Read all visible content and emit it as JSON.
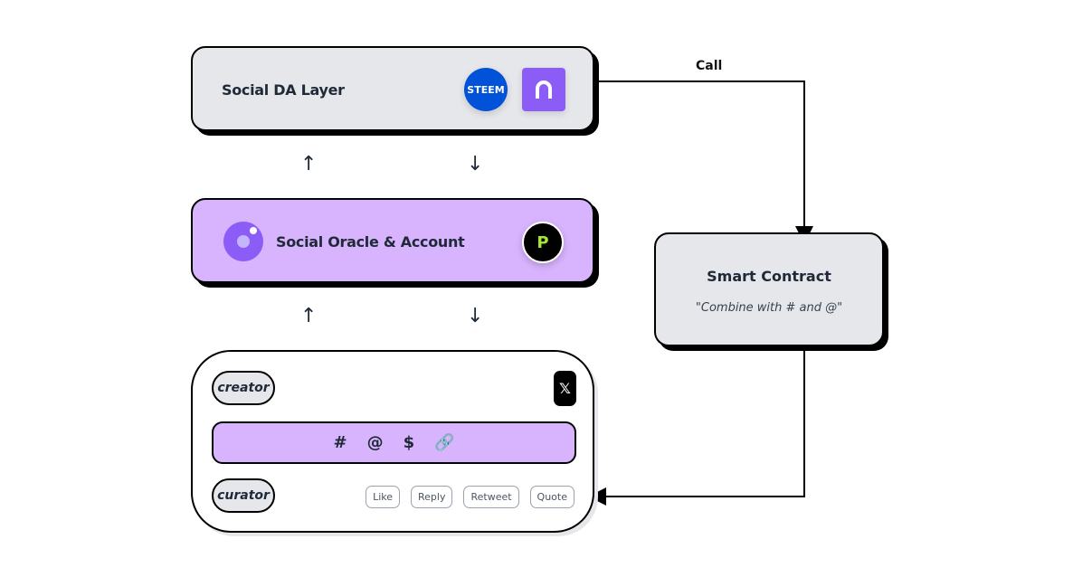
{
  "da_layer": {
    "title": "Social DA Layer",
    "logos": [
      {
        "name": "steem-logo",
        "label": "STEEM",
        "color": "#0052d9"
      },
      {
        "name": "arweave-logo",
        "glyph": "∩",
        "color": "#8b5cf6"
      }
    ]
  },
  "flow_arrows": {
    "up": "↑",
    "down": "↓"
  },
  "oracle": {
    "title": "Social Oracle & Account",
    "logo_right": {
      "label": "P",
      "color": "#a3e635"
    }
  },
  "social": {
    "creator": "creator",
    "curator": "curator",
    "platform": "𝕏",
    "tags": [
      "#",
      "@",
      "$",
      "🔗"
    ],
    "actions": [
      "Like",
      "Reply",
      "Retweet",
      "Quote"
    ]
  },
  "contract": {
    "title": "Smart Contract",
    "subtitle": "\"Combine with # and @\""
  },
  "edges": {
    "call_label": "Call"
  },
  "colors": {
    "gray_box": "#e5e7eb",
    "purple_box": "#d8b4fe",
    "accent_purple": "#8b5cf6"
  }
}
